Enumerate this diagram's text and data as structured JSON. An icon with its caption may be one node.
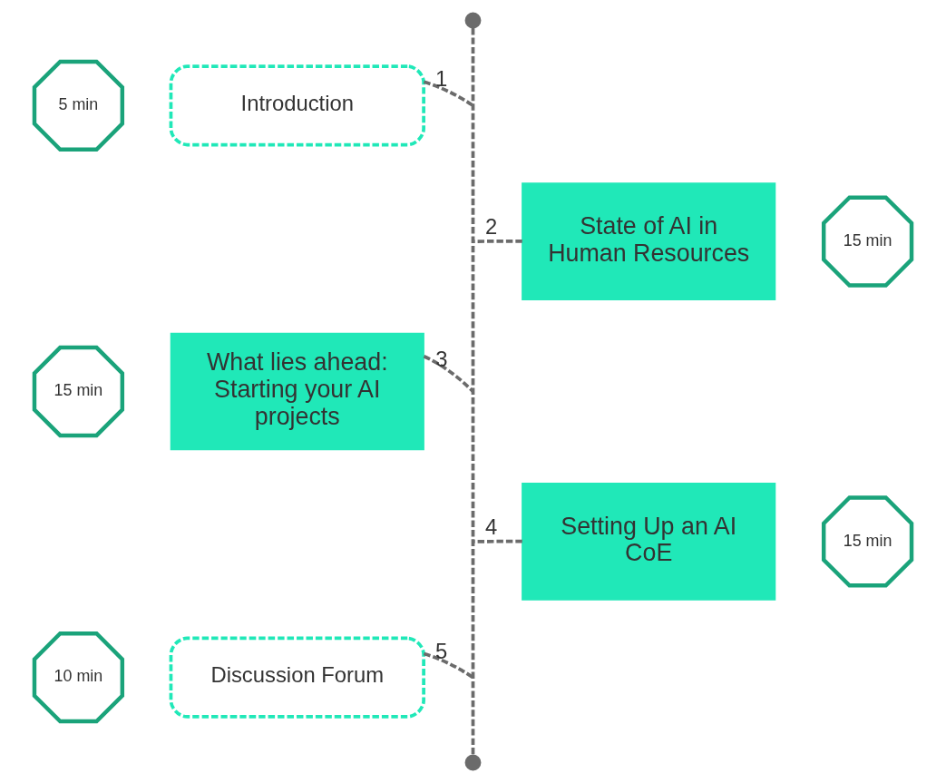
{
  "diagram": {
    "nodes": [
      {
        "text": [],
        "shape": "circle"
      },
      {
        "text": [
          "5 min"
        ]
      },
      {
        "text": [
          "Introduction"
        ]
      },
      {
        "text": [
          "State of AI in Human Resources"
        ]
      },
      {
        "text": [
          "15 min"
        ]
      },
      {
        "text": [
          "15 min"
        ]
      },
      {
        "text": [
          "What lies ahead: Starting your AI projects"
        ]
      },
      {
        "text": [
          "Setting Up an AI CoE"
        ]
      },
      {
        "text": [
          "15 min"
        ]
      },
      {
        "text": [
          "10 min"
        ]
      },
      {
        "text": [
          "Discussion Forum"
        ]
      },
      {
        "text": [],
        "shape": "circle"
      }
    ],
    "edges": [
      {
        "from": 0,
        "to": 11,
        "arrow": "none",
        "style": "dashed"
      },
      {
        "from": 2,
        "to": null,
        "arrow": "none",
        "style": "dashed",
        "label": "1"
      },
      {
        "from": 3,
        "to": null,
        "arrow": "none",
        "style": "dashed",
        "label": "2"
      },
      {
        "from": 6,
        "to": null,
        "arrow": "none",
        "style": "dashed",
        "label": "3"
      },
      {
        "from": 7,
        "to": null,
        "arrow": "none",
        "style": "dashed",
        "label": "4"
      },
      {
        "from": 10,
        "to": null,
        "arrow": "none",
        "style": "dashed",
        "label": "5"
      }
    ]
  }
}
